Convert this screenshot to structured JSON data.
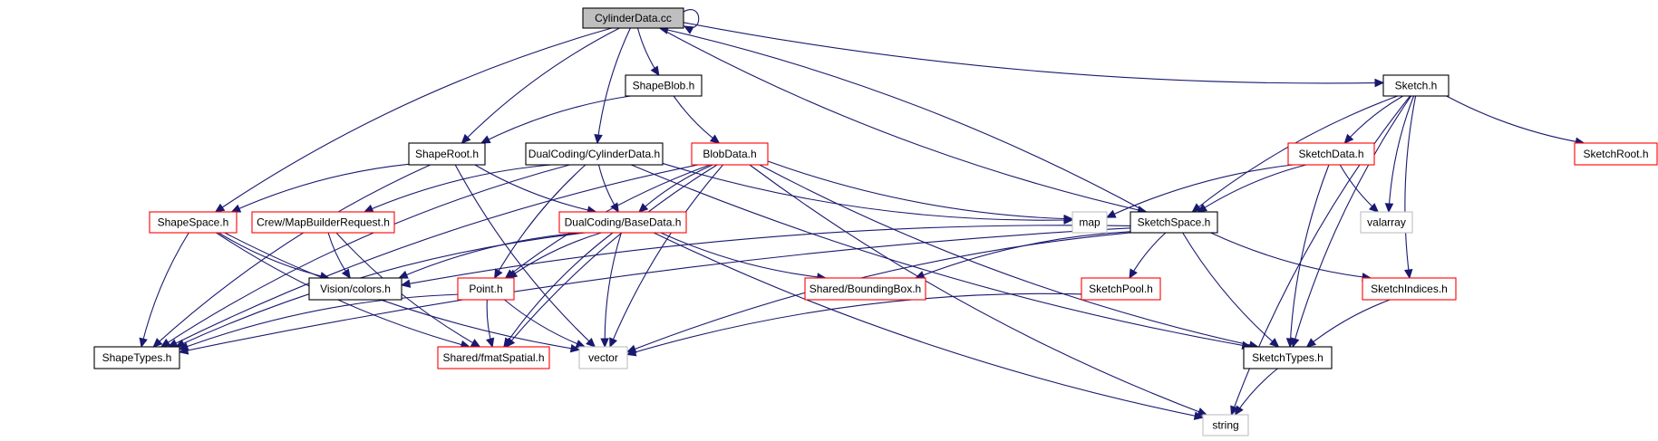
{
  "colors": {
    "edge": "#191970",
    "root_fill": "#bfbfbf",
    "normal_border": "#000000",
    "link_border": "#ff0000",
    "external_border": "#bfbfbf",
    "node_fill": "#ffffff"
  },
  "nodes": [
    {
      "id": "CylinderData.cc",
      "label": "CylinderData.cc",
      "kind": "root"
    },
    {
      "id": "ShapeBlob.h",
      "label": "ShapeBlob.h",
      "kind": "normal"
    },
    {
      "id": "Sketch.h",
      "label": "Sketch.h",
      "kind": "normal"
    },
    {
      "id": "ShapeRoot.h",
      "label": "ShapeRoot.h",
      "kind": "normal"
    },
    {
      "id": "DualCoding/CylinderData.h",
      "label": "DualCoding/CylinderData.h",
      "kind": "normal"
    },
    {
      "id": "BlobData.h",
      "label": "BlobData.h",
      "kind": "link"
    },
    {
      "id": "SketchData.h",
      "label": "SketchData.h",
      "kind": "link"
    },
    {
      "id": "SketchRoot.h",
      "label": "SketchRoot.h",
      "kind": "link"
    },
    {
      "id": "ShapeSpace.h",
      "label": "ShapeSpace.h",
      "kind": "link"
    },
    {
      "id": "Crew/MapBuilderRequest.h",
      "label": "Crew/MapBuilderRequest.h",
      "kind": "link"
    },
    {
      "id": "DualCoding/BaseData.h",
      "label": "DualCoding/BaseData.h",
      "kind": "link"
    },
    {
      "id": "map",
      "label": "map",
      "kind": "external"
    },
    {
      "id": "SketchSpace.h",
      "label": "SketchSpace.h",
      "kind": "normal"
    },
    {
      "id": "valarray",
      "label": "valarray",
      "kind": "external"
    },
    {
      "id": "Vision/colors.h",
      "label": "Vision/colors.h",
      "kind": "normal"
    },
    {
      "id": "Point.h",
      "label": "Point.h",
      "kind": "link"
    },
    {
      "id": "Shared/BoundingBox.h",
      "label": "Shared/BoundingBox.h",
      "kind": "link"
    },
    {
      "id": "SketchPool.h",
      "label": "SketchPool.h",
      "kind": "link"
    },
    {
      "id": "SketchIndices.h",
      "label": "SketchIndices.h",
      "kind": "link"
    },
    {
      "id": "ShapeTypes.h",
      "label": "ShapeTypes.h",
      "kind": "normal"
    },
    {
      "id": "Shared/fmatSpatial.h",
      "label": "Shared/fmatSpatial.h",
      "kind": "link"
    },
    {
      "id": "vector",
      "label": "vector",
      "kind": "external"
    },
    {
      "id": "SketchTypes.h",
      "label": "SketchTypes.h",
      "kind": "normal"
    },
    {
      "id": "string",
      "label": "string",
      "kind": "external"
    }
  ],
  "edges": [
    [
      "CylinderData.cc",
      "CylinderData.cc"
    ],
    [
      "CylinderData.cc",
      "ShapeBlob.h"
    ],
    [
      "CylinderData.cc",
      "Sketch.h"
    ],
    [
      "CylinderData.cc",
      "ShapeRoot.h"
    ],
    [
      "CylinderData.cc",
      "DualCoding/CylinderData.h"
    ],
    [
      "CylinderData.cc",
      "ShapeSpace.h"
    ],
    [
      "CylinderData.cc",
      "SketchSpace.h"
    ],
    [
      "SketchSpace.h",
      "CylinderData.cc"
    ],
    [
      "ShapeBlob.h",
      "ShapeRoot.h"
    ],
    [
      "ShapeBlob.h",
      "BlobData.h"
    ],
    [
      "ShapeRoot.h",
      "ShapeSpace.h"
    ],
    [
      "ShapeRoot.h",
      "DualCoding/BaseData.h"
    ],
    [
      "ShapeRoot.h",
      "ShapeTypes.h"
    ],
    [
      "ShapeRoot.h",
      "vector"
    ],
    [
      "DualCoding/CylinderData.h",
      "DualCoding/BaseData.h"
    ],
    [
      "DualCoding/CylinderData.h",
      "Crew/MapBuilderRequest.h"
    ],
    [
      "DualCoding/CylinderData.h",
      "Point.h"
    ],
    [
      "DualCoding/CylinderData.h",
      "ShapeTypes.h"
    ],
    [
      "DualCoding/CylinderData.h",
      "map"
    ],
    [
      "DualCoding/CylinderData.h",
      "SketchTypes.h"
    ],
    [
      "BlobData.h",
      "DualCoding/BaseData.h"
    ],
    [
      "BlobData.h",
      "map"
    ],
    [
      "BlobData.h",
      "Point.h"
    ],
    [
      "BlobData.h",
      "ShapeTypes.h"
    ],
    [
      "BlobData.h",
      "Shared/fmatSpatial.h"
    ],
    [
      "BlobData.h",
      "vector"
    ],
    [
      "BlobData.h",
      "SketchTypes.h"
    ],
    [
      "BlobData.h",
      "string"
    ],
    [
      "Sketch.h",
      "SketchSpace.h"
    ],
    [
      "Sketch.h",
      "SketchData.h"
    ],
    [
      "Sketch.h",
      "SketchRoot.h"
    ],
    [
      "Sketch.h",
      "valarray"
    ],
    [
      "Sketch.h",
      "SketchIndices.h"
    ],
    [
      "Sketch.h",
      "SketchTypes.h"
    ],
    [
      "Sketch.h",
      "string"
    ],
    [
      "SketchData.h",
      "SketchSpace.h"
    ],
    [
      "SketchData.h",
      "map"
    ],
    [
      "SketchData.h",
      "valarray"
    ],
    [
      "SketchData.h",
      "SketchTypes.h"
    ],
    [
      "ShapeSpace.h",
      "Vision/colors.h"
    ],
    [
      "ShapeSpace.h",
      "ShapeTypes.h"
    ],
    [
      "ShapeSpace.h",
      "Shared/fmatSpatial.h"
    ],
    [
      "ShapeSpace.h",
      "vector"
    ],
    [
      "Crew/MapBuilderRequest.h",
      "Vision/colors.h"
    ],
    [
      "Crew/MapBuilderRequest.h",
      "Shared/fmatSpatial.h"
    ],
    [
      "DualCoding/BaseData.h",
      "Vision/colors.h"
    ],
    [
      "DualCoding/BaseData.h",
      "Point.h"
    ],
    [
      "DualCoding/BaseData.h",
      "Shared/BoundingBox.h"
    ],
    [
      "DualCoding/BaseData.h",
      "ShapeTypes.h"
    ],
    [
      "DualCoding/BaseData.h",
      "Shared/fmatSpatial.h"
    ],
    [
      "DualCoding/BaseData.h",
      "vector"
    ],
    [
      "DualCoding/BaseData.h",
      "string"
    ],
    [
      "SketchSpace.h",
      "Vision/colors.h"
    ],
    [
      "SketchSpace.h",
      "Shared/BoundingBox.h"
    ],
    [
      "SketchSpace.h",
      "SketchPool.h"
    ],
    [
      "SketchSpace.h",
      "SketchIndices.h"
    ],
    [
      "SketchSpace.h",
      "SketchTypes.h"
    ],
    [
      "SketchSpace.h",
      "ShapeTypes.h"
    ],
    [
      "SketchSpace.h",
      "vector"
    ],
    [
      "Point.h",
      "ShapeTypes.h"
    ],
    [
      "Point.h",
      "Shared/fmatSpatial.h"
    ],
    [
      "Point.h",
      "vector"
    ],
    [
      "SketchPool.h",
      "vector"
    ],
    [
      "SketchIndices.h",
      "SketchTypes.h"
    ],
    [
      "SketchTypes.h",
      "string"
    ]
  ]
}
